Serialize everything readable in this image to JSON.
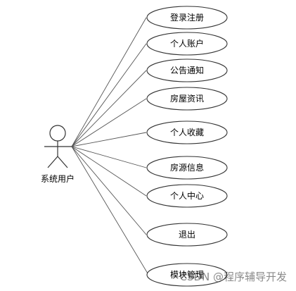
{
  "actor": {
    "label": "系统用户"
  },
  "use_cases": [
    {
      "label": "登录注册"
    },
    {
      "label": "个人账户"
    },
    {
      "label": "公告通知"
    },
    {
      "label": "房屋资讯"
    },
    {
      "label": "个人收藏"
    },
    {
      "label": "房源信息"
    },
    {
      "label": "个人中心"
    },
    {
      "label": "退出"
    },
    {
      "label": "模块管理"
    }
  ],
  "watermark": {
    "text": "CSDN @程序辅导开发"
  }
}
